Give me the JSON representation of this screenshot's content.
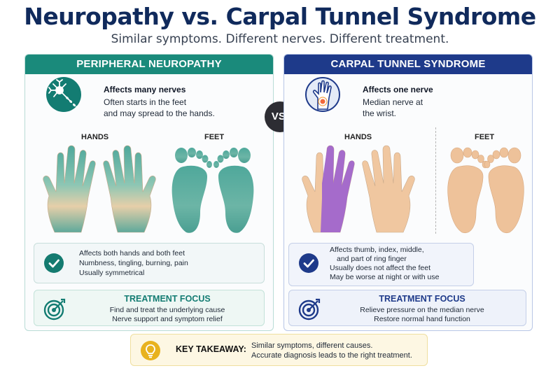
{
  "title": "Neuropathy vs. Carpal Tunnel Syndrome",
  "subtitle": "Similar symptoms. Different nerves. Different treatment.",
  "vs": "VS.",
  "left": {
    "header": "PERIPHERAL NEUROPATHY",
    "intro_lead": "Affects many nerves",
    "intro_lines": [
      "Often starts in the feet",
      "and may spread to the hands."
    ],
    "hands_label": "HANDS",
    "feet_label": "FEET",
    "facts": [
      "Affects both hands and both feet",
      "Numbness, tingling, burning, pain",
      "Usually symmetrical"
    ],
    "treatment_title": "TREATMENT FOCUS",
    "treatment_lines": [
      "Find and treat the underlying cause",
      "Nerve support and symptom relief"
    ]
  },
  "right": {
    "header": "CARPAL TUNNEL SYNDROME",
    "intro_lead": "Affects one nerve",
    "intro_lines": [
      "Median nerve at",
      "the wrist."
    ],
    "hands_label": "HANDS",
    "feet_label": "FEET",
    "facts": [
      "Affects thumb, index, middle,",
      "and part of ring finger",
      "Usually does not affect the feet",
      "May be worse at night or with use"
    ],
    "treatment_title": "TREATMENT FOCUS",
    "treatment_lines": [
      "Relieve pressure on the median nerve",
      "Restore normal hand function"
    ]
  },
  "takeaway": {
    "label": "KEY TAKEAWAY:",
    "lines": [
      "Similar symptoms, different causes.",
      "Accurate diagnosis leads to the right treatment."
    ]
  },
  "colors": {
    "navy": "#102a5c",
    "teal": "#1a8a7b",
    "blue": "#1e3a8a",
    "skin": "#f0c7a0",
    "teal_highlight": "#4fa89b",
    "purple_highlight": "#9a5fd0",
    "gold": "#e8b21f"
  }
}
